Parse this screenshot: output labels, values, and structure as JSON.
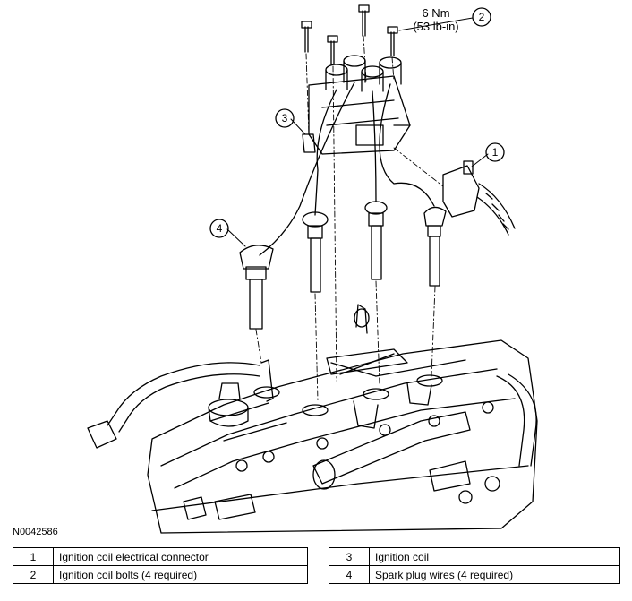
{
  "torque": {
    "value": "6 Nm",
    "imperial": "(53 lb-in)"
  },
  "figure_id": "N0042586",
  "callouts": [
    "1",
    "2",
    "3",
    "4"
  ],
  "legend_left": [
    {
      "num": "1",
      "label": "Ignition coil electrical connector"
    },
    {
      "num": "2",
      "label": "Ignition coil bolts (4 required)"
    }
  ],
  "legend_right": [
    {
      "num": "3",
      "label": "Ignition coil"
    },
    {
      "num": "4",
      "label": "Spark plug wires (4 required)"
    }
  ]
}
